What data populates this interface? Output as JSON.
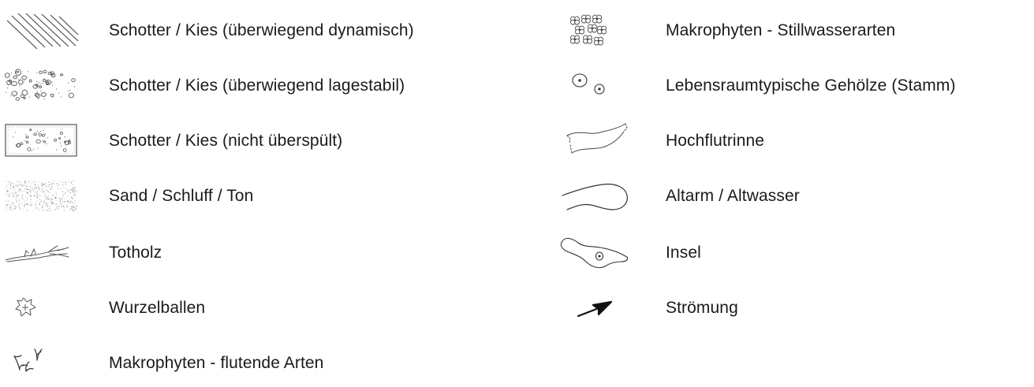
{
  "legend": {
    "left": [
      {
        "label": "Schotter / Kies (überwiegend dynamisch)",
        "icon": "diagonal-hatch-icon"
      },
      {
        "label": "Schotter / Kies (überwiegend lagestabil)",
        "icon": "gravel-stable-icon"
      },
      {
        "label": "Schotter / Kies (nicht überspült)",
        "icon": "gravel-framed-icon"
      },
      {
        "label": "Sand / Schluff / Ton",
        "icon": "sand-stipple-icon"
      },
      {
        "label": "Totholz",
        "icon": "deadwood-icon"
      },
      {
        "label": "Wurzelballen",
        "icon": "root-ball-icon"
      },
      {
        "label": "Makrophyten - flutende Arten",
        "icon": "floating-macrophytes-icon"
      }
    ],
    "right": [
      {
        "label": "Makrophyten - Stillwasserarten",
        "icon": "still-water-macrophytes-icon"
      },
      {
        "label": "Lebensraumtypische Gehölze (Stamm)",
        "icon": "tree-trunk-icon"
      },
      {
        "label": "Hochflutrinne",
        "icon": "flood-channel-icon"
      },
      {
        "label": "Altarm / Altwasser",
        "icon": "oxbow-icon"
      },
      {
        "label": "Insel",
        "icon": "island-icon"
      },
      {
        "label": "Strömung",
        "icon": "current-arrow-icon"
      }
    ]
  }
}
